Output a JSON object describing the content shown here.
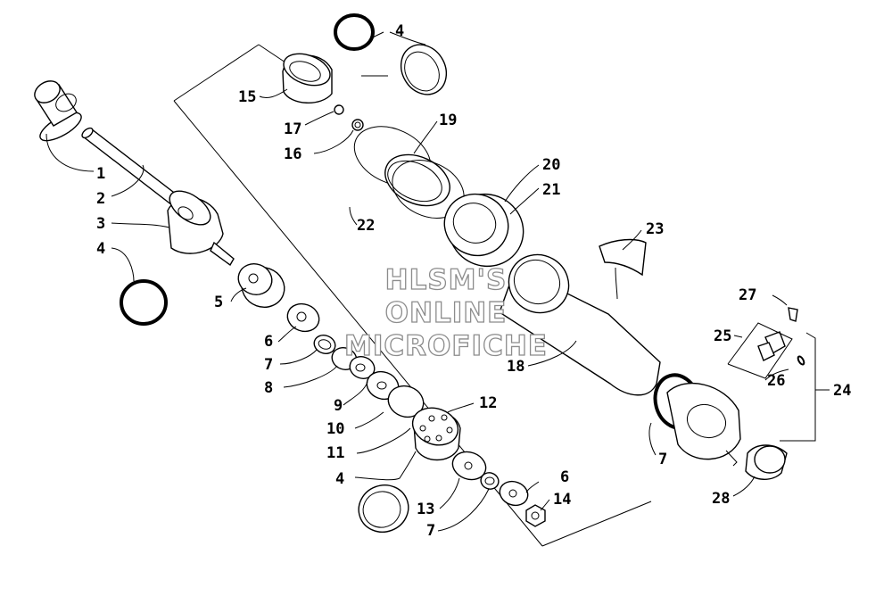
{
  "labels": [
    {
      "id": "l1",
      "text": "1"
    },
    {
      "id": "l2",
      "text": "2"
    },
    {
      "id": "l3",
      "text": "3"
    },
    {
      "id": "l4a",
      "text": "4"
    },
    {
      "id": "l4b",
      "text": "4"
    },
    {
      "id": "l4c",
      "text": "4"
    },
    {
      "id": "l5",
      "text": "5"
    },
    {
      "id": "l6a",
      "text": "6"
    },
    {
      "id": "l6b",
      "text": "6"
    },
    {
      "id": "l7a",
      "text": "7"
    },
    {
      "id": "l7b",
      "text": "7"
    },
    {
      "id": "l7c",
      "text": "7"
    },
    {
      "id": "l8",
      "text": "8"
    },
    {
      "id": "l9",
      "text": "9"
    },
    {
      "id": "l10",
      "text": "10"
    },
    {
      "id": "l11",
      "text": "11"
    },
    {
      "id": "l12",
      "text": "12"
    },
    {
      "id": "l13",
      "text": "13"
    },
    {
      "id": "l14",
      "text": "14"
    },
    {
      "id": "l15",
      "text": "15"
    },
    {
      "id": "l16",
      "text": "16"
    },
    {
      "id": "l17",
      "text": "17"
    },
    {
      "id": "l18",
      "text": "18"
    },
    {
      "id": "l19",
      "text": "19"
    },
    {
      "id": "l20",
      "text": "20"
    },
    {
      "id": "l21",
      "text": "21"
    },
    {
      "id": "l22",
      "text": "22"
    },
    {
      "id": "l23",
      "text": "23"
    },
    {
      "id": "l24",
      "text": "24"
    },
    {
      "id": "l25",
      "text": "25"
    },
    {
      "id": "l26",
      "text": "26"
    },
    {
      "id": "l27",
      "text": "27"
    },
    {
      "id": "l28",
      "text": "28"
    }
  ],
  "watermark": [
    "HLSM'S",
    "ONLINE",
    "MICROFICHE"
  ]
}
